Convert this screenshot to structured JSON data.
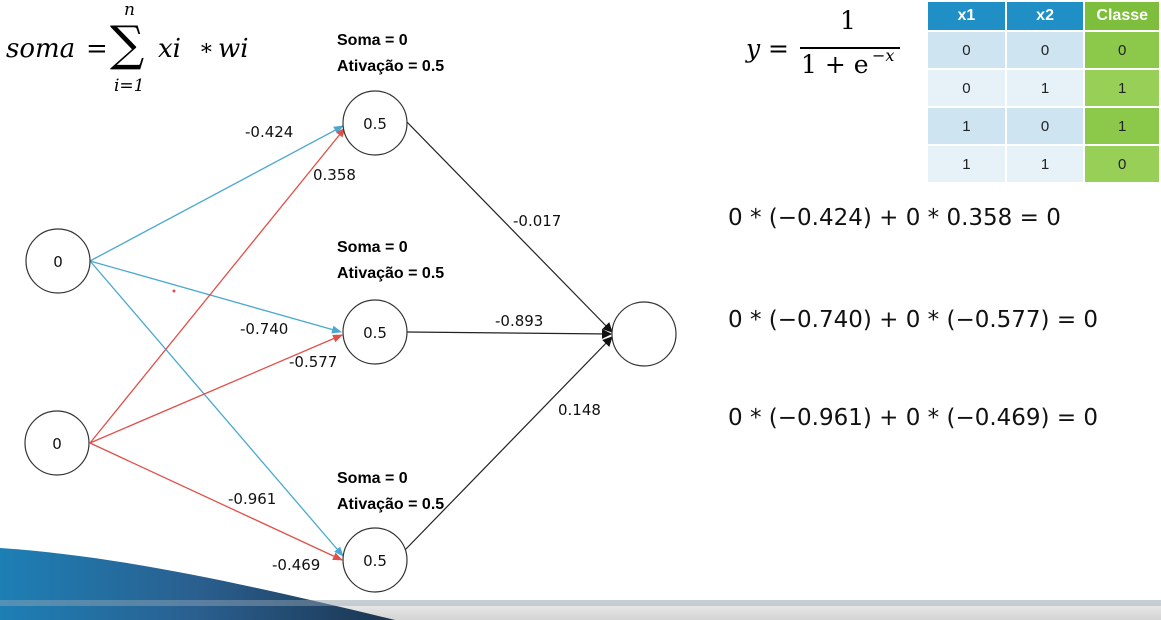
{
  "formulas": {
    "soma": {
      "lhs": "soma",
      "eq": "=",
      "sigma": "∑",
      "upper": "n",
      "lower": "i=1",
      "term1": "xi",
      "op": "∗",
      "term2": "wi"
    },
    "sigmoid": {
      "lhs": "y",
      "eq": "=",
      "numerator": "1",
      "denominator_base": "1 + e",
      "exponent": "−x"
    }
  },
  "inputs": [
    {
      "value": "0"
    },
    {
      "value": "0"
    }
  ],
  "hidden": [
    {
      "value": "0.5",
      "soma_label": "Soma = 0",
      "ativacao_label": "Ativação = 0.5"
    },
    {
      "value": "0.5",
      "soma_label": "Soma = 0",
      "ativacao_label": "Ativação = 0.5"
    },
    {
      "value": "0.5",
      "soma_label": "Soma = 0",
      "ativacao_label": "Ativação = 0.5"
    }
  ],
  "output": {
    "value": ""
  },
  "weights": {
    "input1": [
      "-0.424",
      "-0.740",
      "-0.961"
    ],
    "input2": [
      "0.358",
      "-0.577",
      "-0.469"
    ],
    "hidden_to_output": [
      "-0.017",
      "-0.893",
      "0.148"
    ]
  },
  "edge_colors": {
    "input1": "#4aa8cf",
    "input2": "#e0504a",
    "hidden": "#222222"
  },
  "equations": [
    "0 * (−0.424) + 0 * 0.358 = 0",
    "0 * (−0.740) + 0 * (−0.577) = 0",
    "0 * (−0.961) + 0 * (−0.469) = 0"
  ],
  "truth_table": {
    "headers": [
      "x1",
      "x2",
      "Classe"
    ],
    "rows": [
      [
        "0",
        "0",
        "0"
      ],
      [
        "0",
        "1",
        "1"
      ],
      [
        "1",
        "0",
        "1"
      ],
      [
        "1",
        "1",
        "0"
      ]
    ]
  }
}
